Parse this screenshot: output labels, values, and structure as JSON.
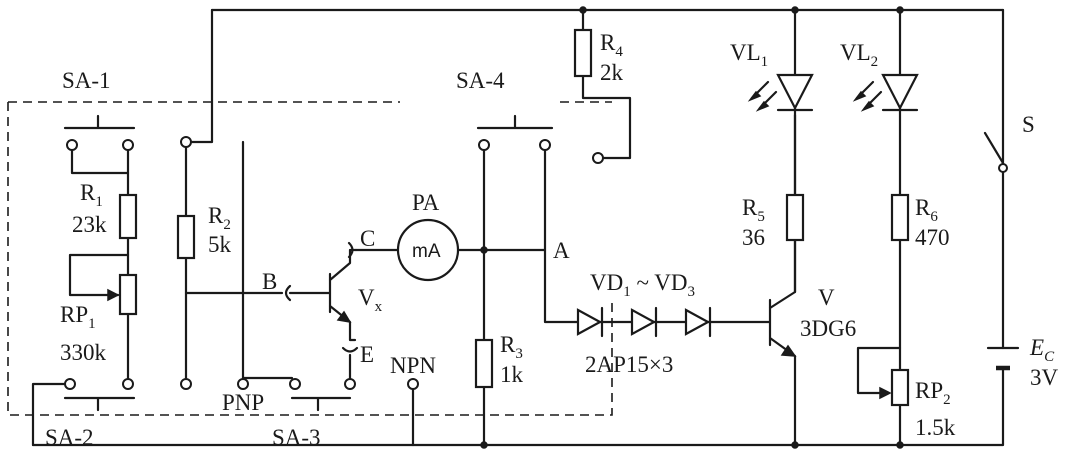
{
  "switches": {
    "sa1": "SA-1",
    "sa2": "SA-2",
    "sa3": "SA-3",
    "sa4": "SA-4",
    "s": "S"
  },
  "resistors": {
    "r1": {
      "name": "R",
      "sub": "1",
      "value": "23k"
    },
    "r2": {
      "name": "R",
      "sub": "2",
      "value": "5k"
    },
    "r3": {
      "name": "R",
      "sub": "3",
      "value": "1k"
    },
    "r4": {
      "name": "R",
      "sub": "4",
      "value": "2k"
    },
    "r5": {
      "name": "R",
      "sub": "5",
      "value": "36"
    },
    "r6": {
      "name": "R",
      "sub": "6",
      "value": "470"
    }
  },
  "potentiometers": {
    "rp1": {
      "name": "RP",
      "sub": "1",
      "value": "330k"
    },
    "rp2": {
      "name": "RP",
      "sub": "2",
      "value": "1.5k"
    }
  },
  "leds": {
    "vl1": {
      "name": "VL",
      "sub": "1"
    },
    "vl2": {
      "name": "VL",
      "sub": "2"
    }
  },
  "meter": {
    "name": "PA",
    "unit": "mA"
  },
  "terminals": {
    "b": "B",
    "c": "C",
    "e": "E",
    "a": "A"
  },
  "transistor_under_test": {
    "name": "V",
    "sub": "x"
  },
  "transistor": {
    "name": "V",
    "model": "3DG6"
  },
  "diodes": {
    "range_name1": "VD",
    "range_sub1": "1",
    "range_sep": " ~ ",
    "range_name2": "VD",
    "range_sub2": "3",
    "part": "2AP15×3"
  },
  "modes": {
    "npn": "NPN",
    "pnp": "PNP"
  },
  "battery": {
    "name": "E",
    "sub": "C",
    "value": "3V"
  }
}
